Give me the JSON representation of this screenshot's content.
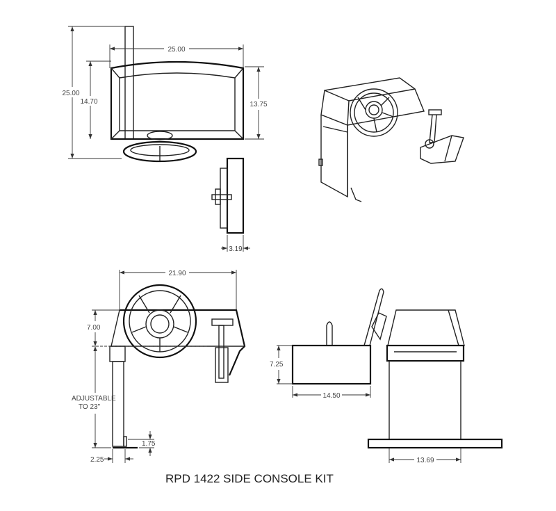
{
  "title": "RPD 1422 SIDE CONSOLE KIT",
  "top_view": {
    "overall_height": "25.00",
    "width": "25.00",
    "panel_height_left": "14.70",
    "panel_height_right": "13.75"
  },
  "side_view": {
    "depth": "3.19"
  },
  "front_view": {
    "width": "21.90",
    "console_height": "7.00",
    "adjustable_line1": "ADJUSTABLE",
    "adjustable_line2": "TO  23\"",
    "foot_height": "1.75",
    "pole_width": "2.25"
  },
  "profile_view": {
    "box_height": "7.25",
    "box_length": "14.50",
    "base_width": "13.69"
  }
}
